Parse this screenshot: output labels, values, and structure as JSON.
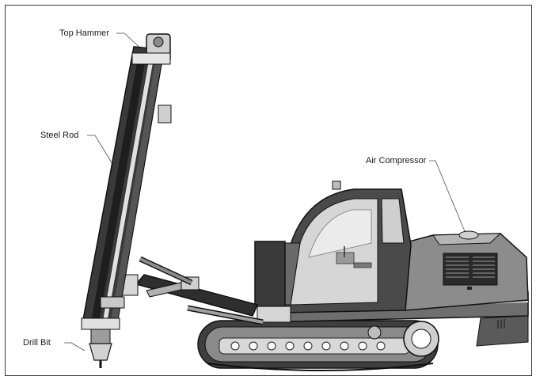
{
  "diagram": {
    "labels": {
      "top_hammer": "Top Hammer",
      "steel_rod": "Steel Rod",
      "air_compressor": "Air Compressor",
      "drill_bit": "Drill Bit"
    },
    "colors": {
      "outline": "#1b1b1b",
      "body": "#7f7f7f",
      "body_light": "#a8a8a8",
      "dark": "#2b2b2b",
      "glass": "#d9d9d9",
      "track": "#4a4a4a"
    }
  }
}
